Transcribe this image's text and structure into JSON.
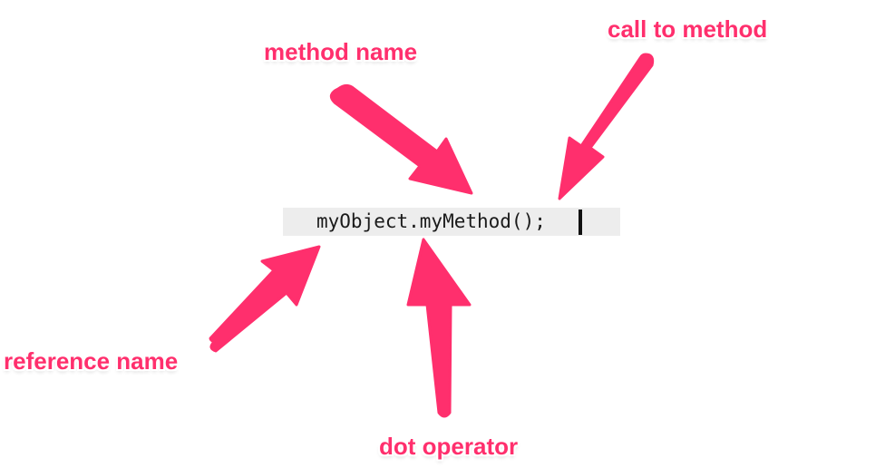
{
  "code": {
    "text": "myObject.myMethod();"
  },
  "labels": {
    "method_name": "method name",
    "call_to_method": "call to method",
    "reference_name": "reference name",
    "dot_operator": "dot operator"
  },
  "colors": {
    "accent": "#ff2f6d",
    "code_background": "#ededed",
    "code_text": "#1a1a1a"
  }
}
